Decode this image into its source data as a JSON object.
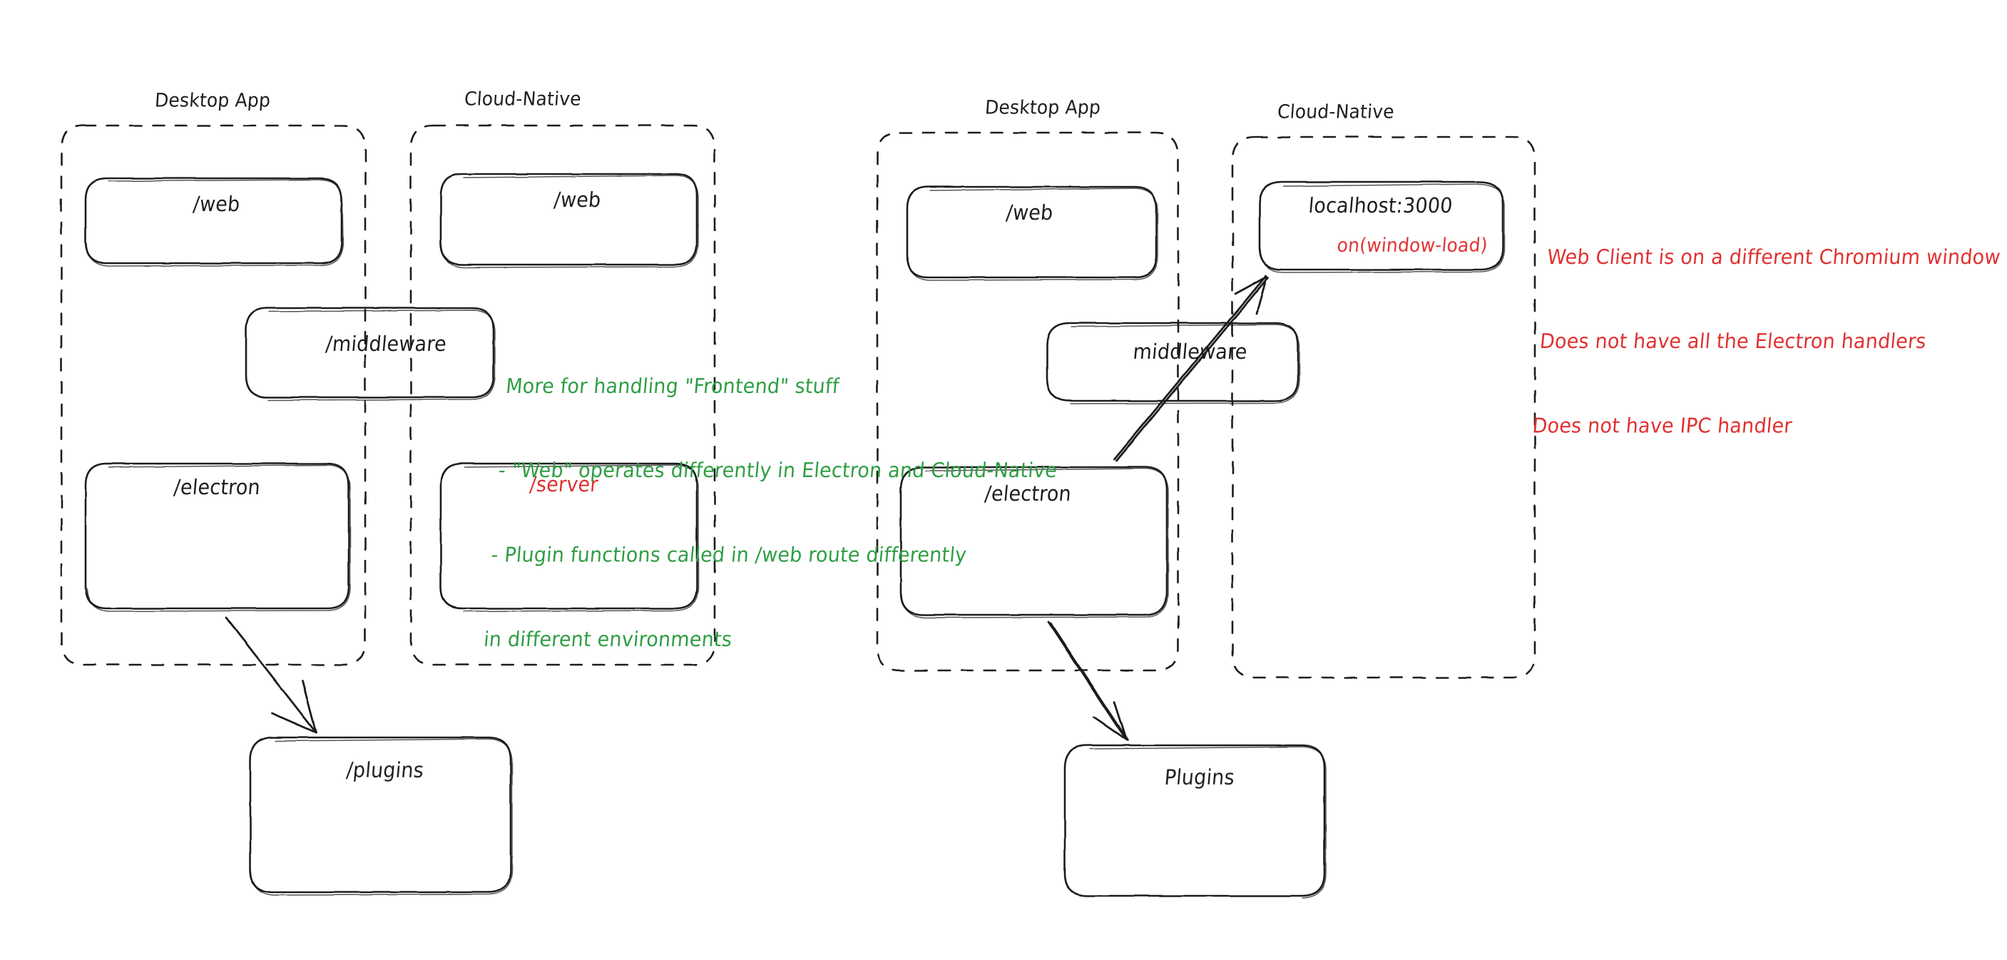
{
  "diagram": {
    "title": "Desktop App vs Cloud-Native architecture sketch",
    "style": "hand-drawn / excalidraw",
    "background": "#ffffff",
    "colors": {
      "stroke": "#1e1e1e",
      "green": "#2f9e44",
      "red": "#e03131"
    }
  },
  "left_diagram": {
    "groups": [
      {
        "label": "Desktop App"
      },
      {
        "label": "Cloud-Native"
      }
    ],
    "nodes": [
      {
        "label": "/web",
        "color": "#1e1e1e",
        "group": "Desktop App"
      },
      {
        "label": "/web",
        "color": "#1e1e1e",
        "group": "Cloud-Native"
      },
      {
        "label": "/middleware",
        "color": "#1e1e1e",
        "group": "spanning"
      },
      {
        "label": "/electron",
        "color": "#1e1e1e",
        "group": "Desktop App"
      },
      {
        "label": "/server",
        "color": "#e03131",
        "group": "Cloud-Native"
      },
      {
        "label": "/plugins",
        "color": "#1e1e1e",
        "group": "outside"
      }
    ],
    "edges": [
      {
        "from": "/electron",
        "to": "/plugins",
        "arrow": true
      }
    ],
    "annotation": {
      "color": "#2f9e44",
      "lines": [
        "More for handling \"Frontend\" stuff",
        "- \"Web\" operates differently in Electron and Cloud-Native",
        "- Plugin functions called in /web route differently",
        "in different environments"
      ]
    }
  },
  "right_diagram": {
    "groups": [
      {
        "label": "Desktop App"
      },
      {
        "label": "Cloud-Native"
      }
    ],
    "nodes": [
      {
        "label": "/web",
        "color": "#1e1e1e",
        "group": "Desktop App"
      },
      {
        "label": "localhost:3000",
        "sublabel": "on(window-load)",
        "color": "#1e1e1e",
        "sublabel_color": "#e03131",
        "group": "Cloud-Native"
      },
      {
        "label": "middleware",
        "color": "#1e1e1e",
        "group": "spanning"
      },
      {
        "label": "/electron",
        "color": "#1e1e1e",
        "group": "Desktop App"
      },
      {
        "label": "Plugins",
        "color": "#1e1e1e",
        "group": "outside"
      }
    ],
    "edges": [
      {
        "from": "/electron",
        "to": "Plugins",
        "arrow": true
      },
      {
        "from": "/electron",
        "to": "localhost:3000",
        "arrow": true
      }
    ],
    "annotation": {
      "color": "#e03131",
      "lines": [
        "Web Client is on a different Chromium window",
        "Does not have all the Electron handlers",
        "Does not have IPC handler"
      ]
    }
  }
}
